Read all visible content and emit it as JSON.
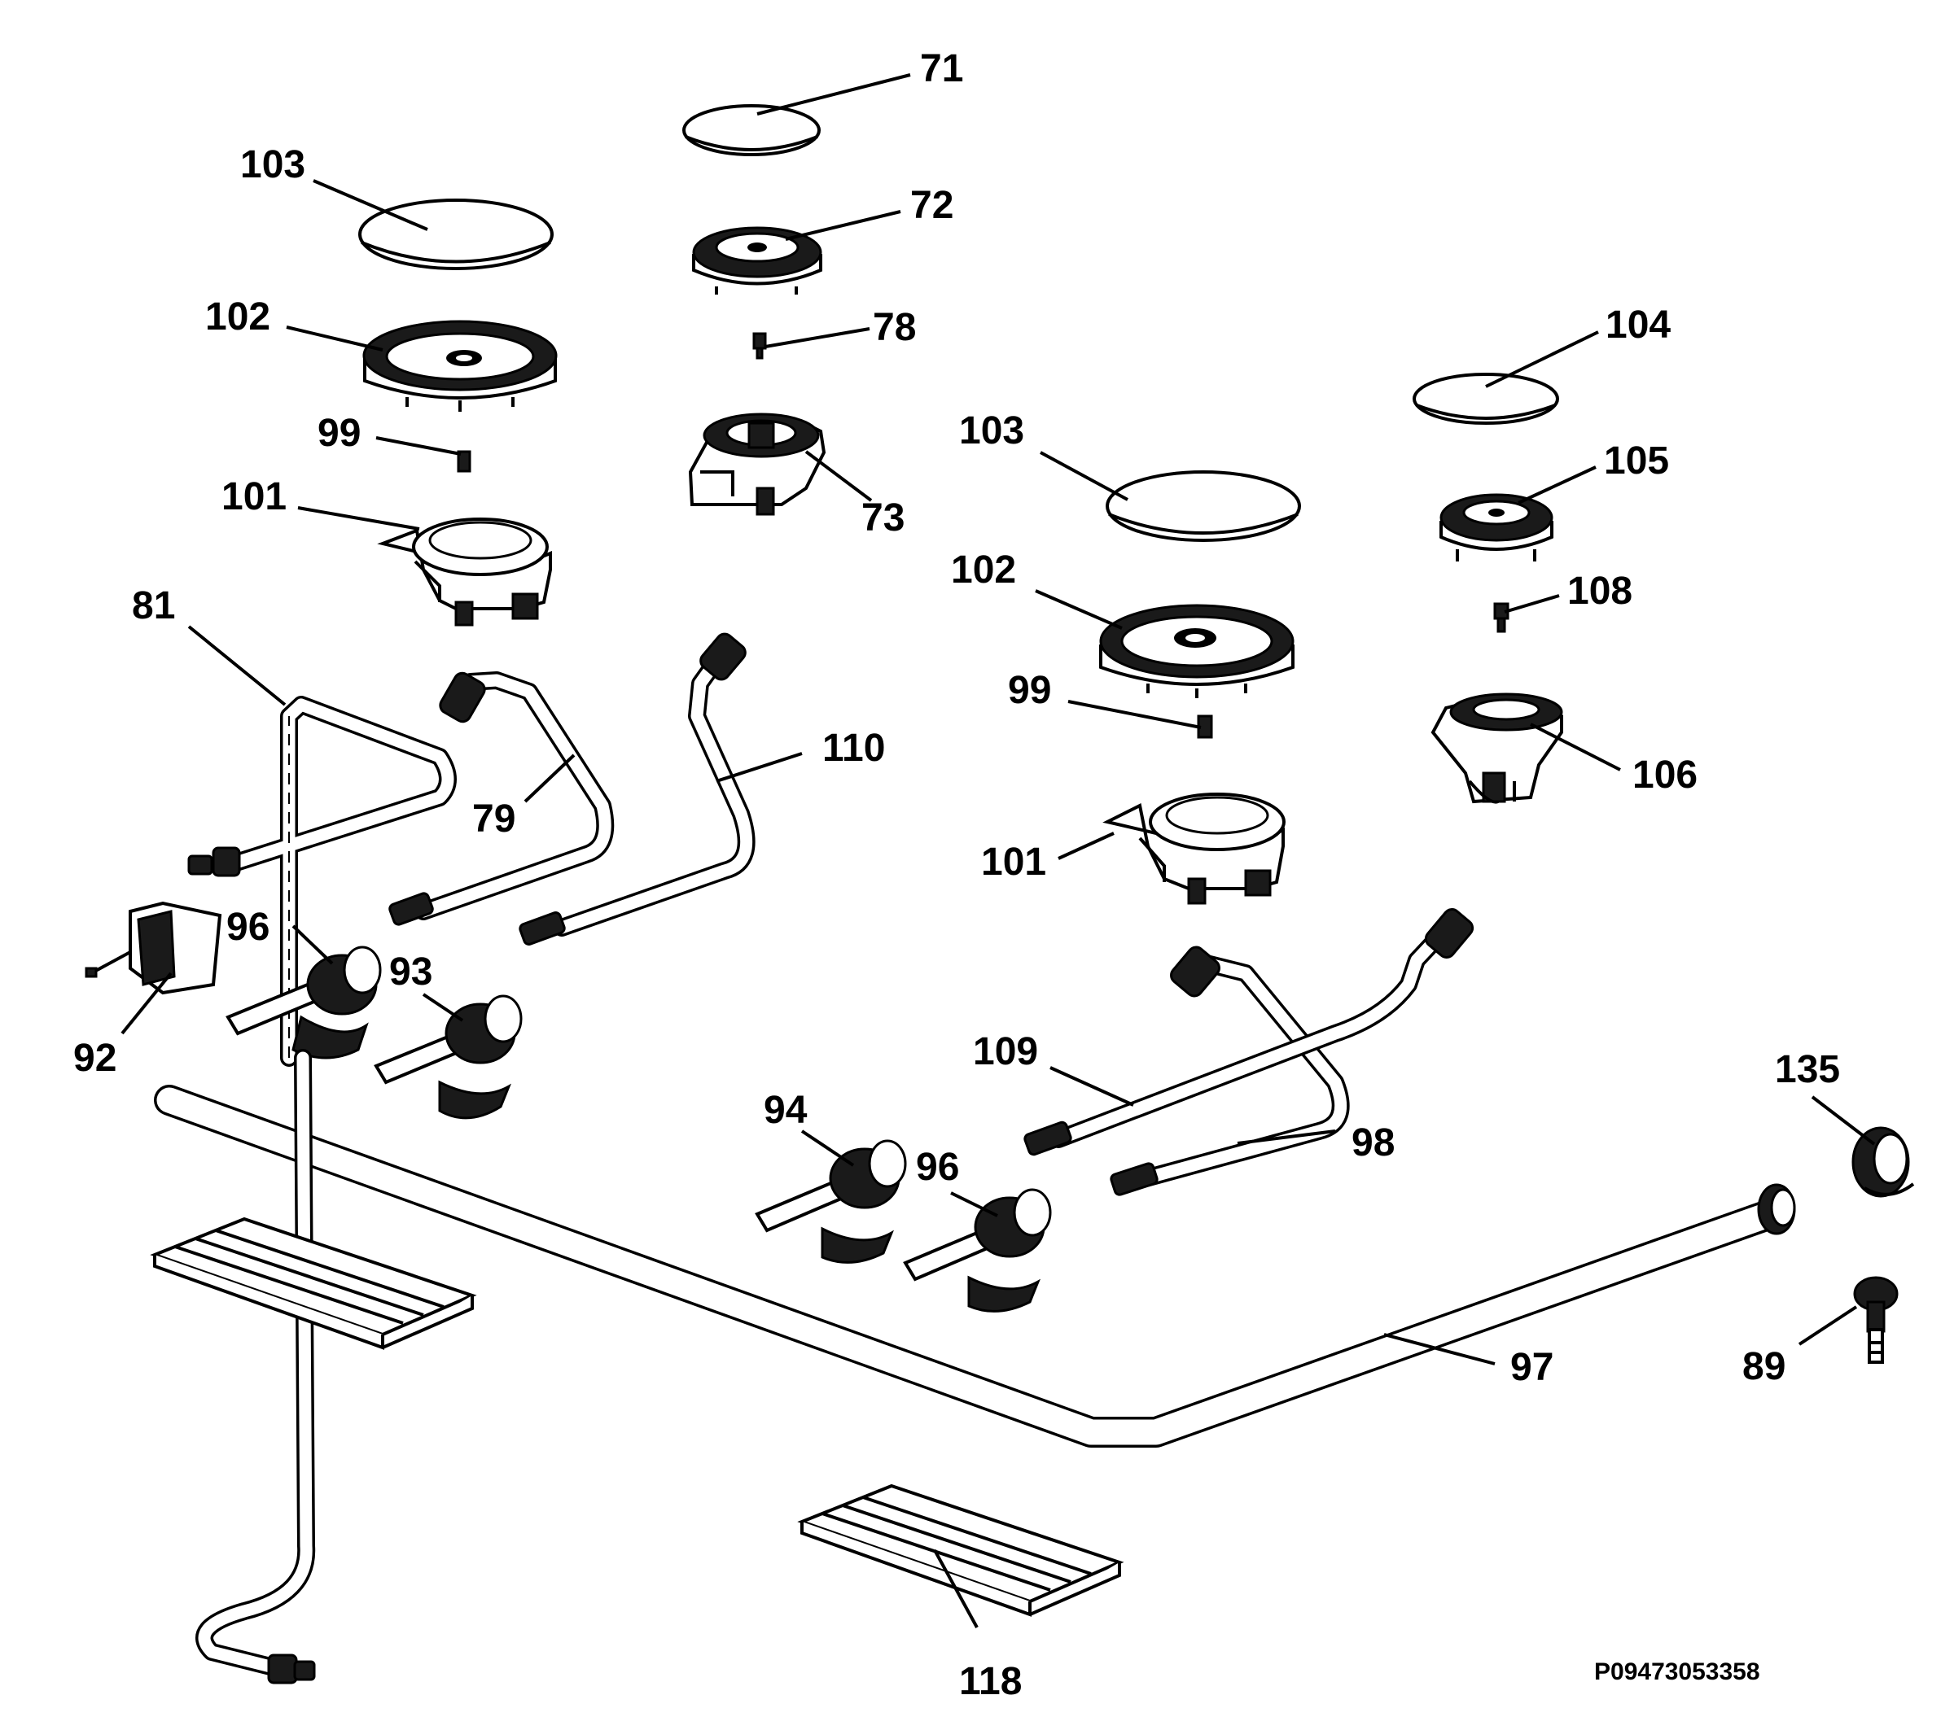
{
  "diagram": {
    "type": "exploded parts diagram",
    "drawing_code": "P09473053358",
    "labels": [
      {
        "id": "l71",
        "text": "71"
      },
      {
        "id": "l103a",
        "text": "103"
      },
      {
        "id": "l72",
        "text": "72"
      },
      {
        "id": "l102a",
        "text": "102"
      },
      {
        "id": "l78",
        "text": "78"
      },
      {
        "id": "l99a",
        "text": "99"
      },
      {
        "id": "l104",
        "text": "104"
      },
      {
        "id": "l101a",
        "text": "101"
      },
      {
        "id": "l103b",
        "text": "103"
      },
      {
        "id": "l73",
        "text": "73"
      },
      {
        "id": "l105",
        "text": "105"
      },
      {
        "id": "l81",
        "text": "81"
      },
      {
        "id": "l102b",
        "text": "102"
      },
      {
        "id": "l108",
        "text": "108"
      },
      {
        "id": "l99b",
        "text": "99"
      },
      {
        "id": "l110",
        "text": "110"
      },
      {
        "id": "l106",
        "text": "106"
      },
      {
        "id": "l79",
        "text": "79"
      },
      {
        "id": "l101b",
        "text": "101"
      },
      {
        "id": "l96a",
        "text": "96"
      },
      {
        "id": "l93",
        "text": "93"
      },
      {
        "id": "l92",
        "text": "92"
      },
      {
        "id": "l109",
        "text": "109"
      },
      {
        "id": "l135",
        "text": "135"
      },
      {
        "id": "l94",
        "text": "94"
      },
      {
        "id": "l98",
        "text": "98"
      },
      {
        "id": "l96b",
        "text": "96"
      },
      {
        "id": "l97",
        "text": "97"
      },
      {
        "id": "l89",
        "text": "89"
      },
      {
        "id": "l118",
        "text": "118"
      }
    ]
  }
}
